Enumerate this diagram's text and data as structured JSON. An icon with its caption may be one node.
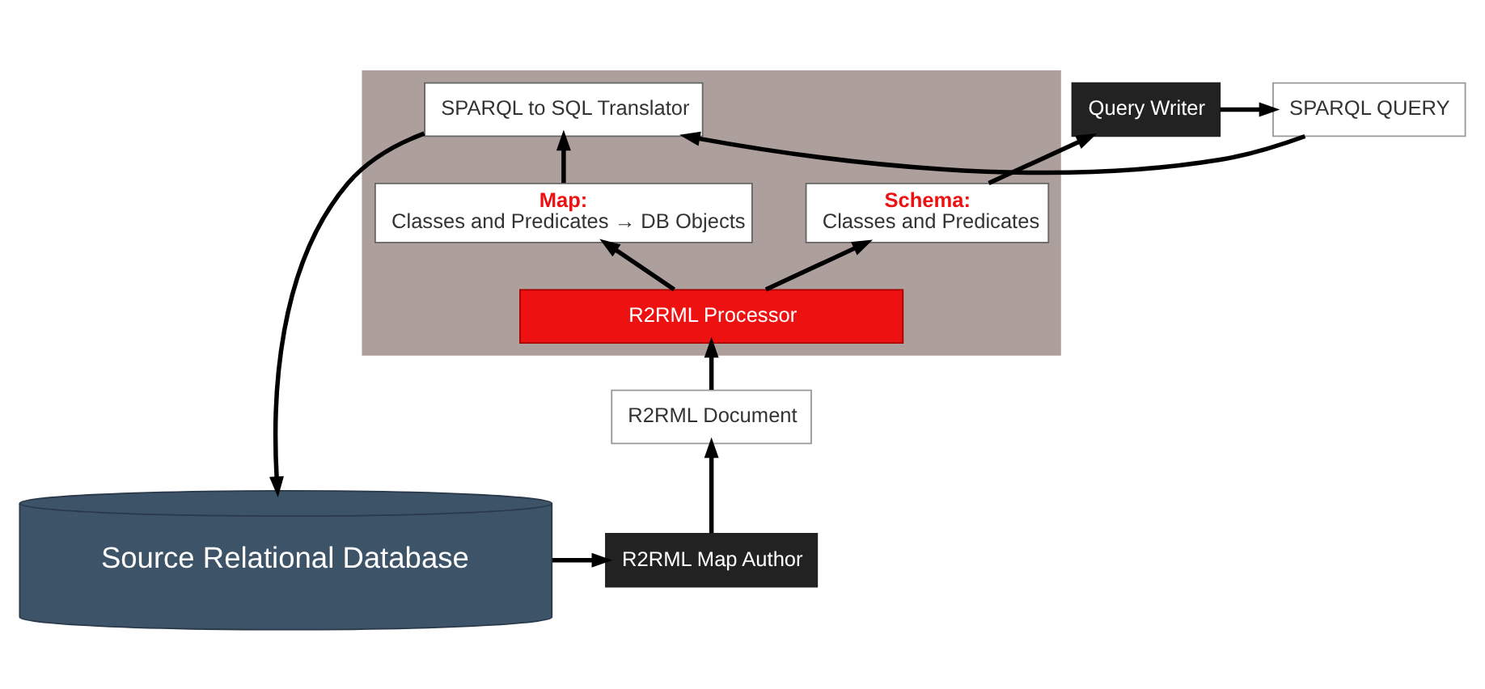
{
  "diagram": {
    "nodes": [
      {
        "text": [
          "Query Writer"
        ]
      },
      {
        "text": [
          "SPARQL QUERY"
        ]
      },
      {
        "text": [],
        "shape": "box"
      },
      {
        "text": [
          "Schema:",
          "Classes and Predicates"
        ],
        "in": 2
      },
      {
        "text": [
          "Map:",
          "Classes and Predicates → DB Objects"
        ],
        "in": 2
      },
      {
        "text": [
          "SPARQL to SQL Translator"
        ],
        "in": 2
      },
      {
        "text": [
          "R2RML Document"
        ]
      },
      {
        "text": [
          "R2RML Processor"
        ],
        "in": 2
      },
      {
        "text": [
          "R2RML Map Author"
        ]
      },
      {
        "text": [
          "Source Relational Database"
        ]
      }
    ],
    "edges": [
      {
        "from": 0,
        "to": 1,
        "arrow": "to"
      },
      {
        "from": 1,
        "to": 5,
        "arrow": "to"
      },
      {
        "from": 3,
        "to": 0,
        "arrow": "to"
      },
      {
        "from": 4,
        "to": 5,
        "arrow": "to"
      },
      {
        "from": 7,
        "to": 3,
        "arrow": "to"
      },
      {
        "from": 7,
        "to": 4,
        "arrow": "to"
      },
      {
        "from": 6,
        "to": 7,
        "arrow": "to"
      },
      {
        "from": 8,
        "to": 6,
        "arrow": "to"
      },
      {
        "from": 5,
        "to": 9,
        "arrow": "to"
      },
      {
        "from": 9,
        "to": 8,
        "arrow": "to"
      }
    ]
  }
}
